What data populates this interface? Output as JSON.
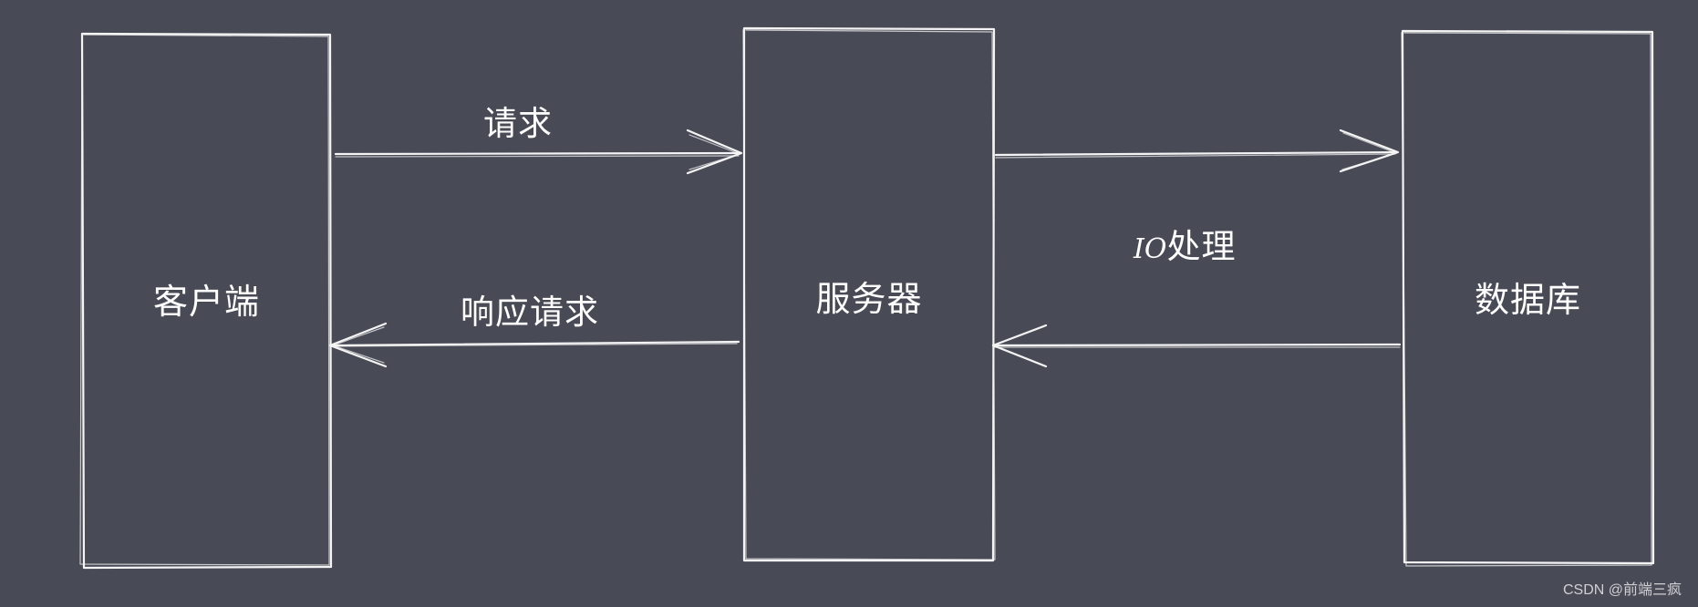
{
  "diagram": {
    "background": "#484a56",
    "stroke_color": "#f4f4f4",
    "nodes": [
      {
        "id": "client",
        "label": "客户端"
      },
      {
        "id": "server",
        "label": "服务器"
      },
      {
        "id": "database",
        "label": "数据库"
      }
    ],
    "edges": [
      {
        "from": "client",
        "to": "server",
        "label": "请求"
      },
      {
        "from": "server",
        "to": "client",
        "label": "响应请求"
      },
      {
        "from": "server",
        "to": "database",
        "label": ""
      },
      {
        "from": "database",
        "to": "server",
        "label_prefix": "IO",
        "label": "处理"
      }
    ]
  },
  "watermark": "CSDN @前端三疯"
}
